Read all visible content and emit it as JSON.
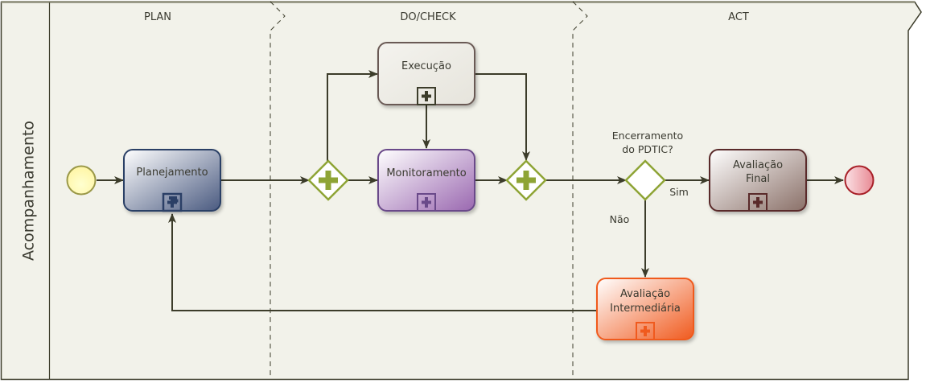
{
  "pool": {
    "label": "Acompanhamento"
  },
  "phases": [
    {
      "id": "plan",
      "label": "PLAN"
    },
    {
      "id": "docheck",
      "label": "DO/CHECK"
    },
    {
      "id": "act",
      "label": "ACT"
    }
  ],
  "tasks": {
    "planejamento": {
      "lines": [
        "Planejamento"
      ],
      "type": "collapsed-subprocess",
      "color": "#2b3f66"
    },
    "execucao": {
      "lines": [
        "Execução"
      ],
      "type": "collapsed-subprocess",
      "color": "#6b5a55"
    },
    "monitoramento": {
      "lines": [
        "Monitoramento"
      ],
      "type": "collapsed-subprocess",
      "color": "#6a4a8a"
    },
    "avaliacao_final": {
      "lines": [
        "Avaliação",
        "Final"
      ],
      "type": "collapsed-subprocess",
      "color": "#5a2a2a"
    },
    "avaliacao_intermediaria": {
      "lines": [
        "Avaliação",
        "Intermediária"
      ],
      "type": "collapsed-subprocess",
      "color": "#f05a1e"
    }
  },
  "gateways": {
    "split": {
      "type": "parallel"
    },
    "join": {
      "type": "parallel"
    },
    "decision": {
      "type": "exclusive",
      "question_lines": [
        "Encerramento",
        "do PDTIC?"
      ]
    }
  },
  "events": {
    "start": {
      "type": "start"
    },
    "end": {
      "type": "end"
    }
  },
  "flow_labels": {
    "yes": "Sim",
    "no": "Não"
  },
  "colors": {
    "background": "#f2f2ea",
    "border": "#3c3c2a",
    "gateway_green": "#8ea435"
  }
}
